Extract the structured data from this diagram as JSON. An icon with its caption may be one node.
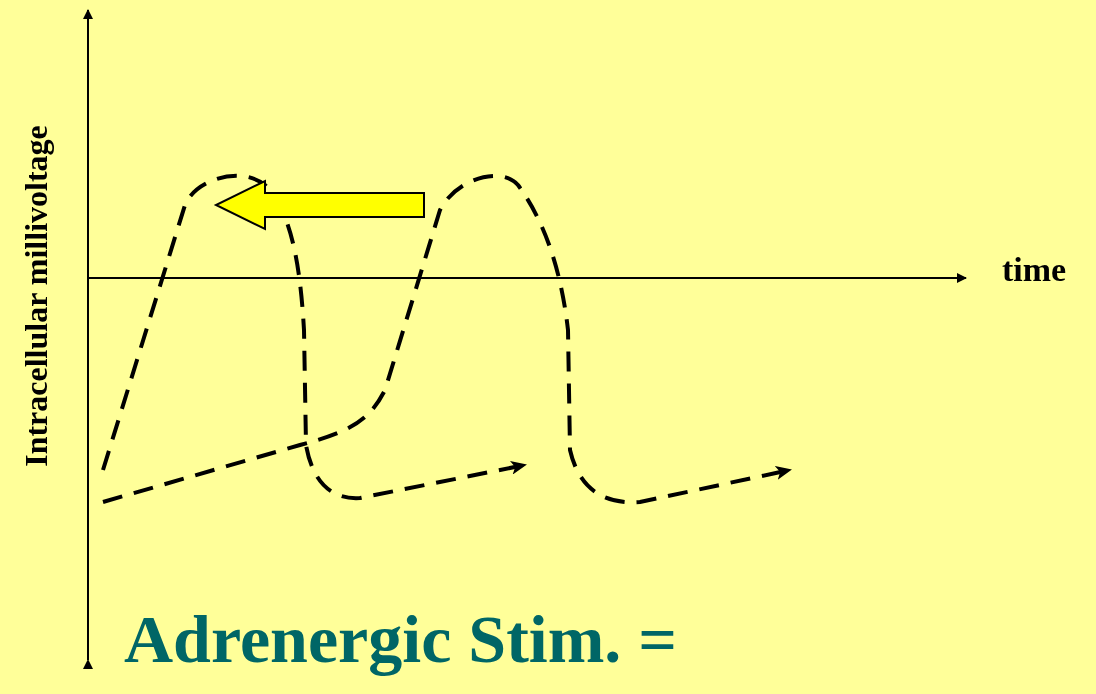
{
  "diagram": {
    "title": "Adrenergic Stim. =",
    "labels": [
      "Intracellular millivoltage",
      "time"
    ]
  }
}
